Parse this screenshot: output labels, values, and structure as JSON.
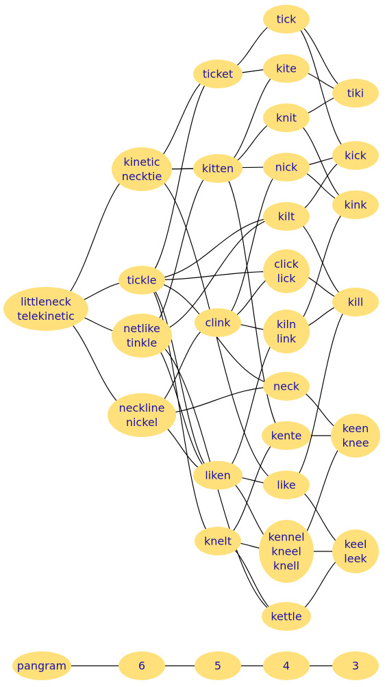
{
  "colors": {
    "node_fill": "#ffe07a",
    "node_text": "#1a10a8",
    "edge": "#000000",
    "background": "#ffffff"
  },
  "nodes": [
    {
      "id": "littleneck",
      "lines": [
        "littleneck",
        "telekinetic"
      ]
    },
    {
      "id": "kinetic",
      "lines": [
        "kinetic",
        "necktie"
      ]
    },
    {
      "id": "tickle",
      "lines": [
        "tickle"
      ]
    },
    {
      "id": "netlike",
      "lines": [
        "netlike",
        "tinkle"
      ]
    },
    {
      "id": "neckline",
      "lines": [
        "neckline",
        "nickel"
      ]
    },
    {
      "id": "ticket",
      "lines": [
        "ticket"
      ]
    },
    {
      "id": "kitten",
      "lines": [
        "kitten"
      ]
    },
    {
      "id": "clink",
      "lines": [
        "clink"
      ]
    },
    {
      "id": "liken",
      "lines": [
        "liken"
      ]
    },
    {
      "id": "knelt",
      "lines": [
        "knelt"
      ]
    },
    {
      "id": "tick",
      "lines": [
        "tick"
      ]
    },
    {
      "id": "kite",
      "lines": [
        "kite"
      ]
    },
    {
      "id": "knit",
      "lines": [
        "knit"
      ]
    },
    {
      "id": "nick",
      "lines": [
        "nick"
      ]
    },
    {
      "id": "kilt",
      "lines": [
        "kilt"
      ]
    },
    {
      "id": "clicklick",
      "lines": [
        "click",
        "lick"
      ]
    },
    {
      "id": "kilnlink",
      "lines": [
        "kiln",
        "link"
      ]
    },
    {
      "id": "neck",
      "lines": [
        "neck"
      ]
    },
    {
      "id": "kente",
      "lines": [
        "kente"
      ]
    },
    {
      "id": "like",
      "lines": [
        "like"
      ]
    },
    {
      "id": "kennel",
      "lines": [
        "kennel",
        "kneel",
        "knell"
      ]
    },
    {
      "id": "kettle",
      "lines": [
        "kettle"
      ]
    },
    {
      "id": "tiki",
      "lines": [
        "tiki"
      ]
    },
    {
      "id": "kick",
      "lines": [
        "kick"
      ]
    },
    {
      "id": "kink",
      "lines": [
        "kink"
      ]
    },
    {
      "id": "kill",
      "lines": [
        "kill"
      ]
    },
    {
      "id": "keenknee",
      "lines": [
        "keen",
        "knee"
      ]
    },
    {
      "id": "keelleek",
      "lines": [
        "keel",
        "leek"
      ]
    },
    {
      "id": "pangram",
      "lines": [
        "pangram"
      ]
    },
    {
      "id": "l6",
      "lines": [
        "6"
      ]
    },
    {
      "id": "l5",
      "lines": [
        "5"
      ]
    },
    {
      "id": "l4",
      "lines": [
        "4"
      ]
    },
    {
      "id": "l3",
      "lines": [
        "3"
      ]
    }
  ],
  "edges": [
    [
      "littleneck",
      "kinetic"
    ],
    [
      "littleneck",
      "tickle"
    ],
    [
      "littleneck",
      "netlike"
    ],
    [
      "littleneck",
      "neckline"
    ],
    [
      "kinetic",
      "ticket"
    ],
    [
      "kinetic",
      "kitten"
    ],
    [
      "kinetic",
      "nick"
    ],
    [
      "kinetic",
      "like"
    ],
    [
      "tickle",
      "ticket"
    ],
    [
      "tickle",
      "kilt"
    ],
    [
      "tickle",
      "clicklick"
    ],
    [
      "tickle",
      "neck"
    ],
    [
      "tickle",
      "liken"
    ],
    [
      "tickle",
      "knelt"
    ],
    [
      "netlike",
      "kilt"
    ],
    [
      "netlike",
      "kitten"
    ],
    [
      "netlike",
      "liken"
    ],
    [
      "netlike",
      "kettle"
    ],
    [
      "neckline",
      "clink"
    ],
    [
      "neckline",
      "neck"
    ],
    [
      "neckline",
      "liken"
    ],
    [
      "ticket",
      "tick"
    ],
    [
      "ticket",
      "kite"
    ],
    [
      "kitten",
      "kite"
    ],
    [
      "kitten",
      "knit"
    ],
    [
      "kitten",
      "kente"
    ],
    [
      "clink",
      "nick"
    ],
    [
      "clink",
      "clicklick"
    ],
    [
      "clink",
      "kilnlink"
    ],
    [
      "liken",
      "kilnlink"
    ],
    [
      "liken",
      "like"
    ],
    [
      "liken",
      "kennel"
    ],
    [
      "knelt",
      "kente"
    ],
    [
      "knelt",
      "kennel"
    ],
    [
      "knelt",
      "kettle"
    ],
    [
      "tick",
      "tiki"
    ],
    [
      "tick",
      "kick"
    ],
    [
      "kite",
      "tiki"
    ],
    [
      "knit",
      "tiki"
    ],
    [
      "knit",
      "kink"
    ],
    [
      "nick",
      "kick"
    ],
    [
      "nick",
      "kink"
    ],
    [
      "kilt",
      "kick"
    ],
    [
      "kilt",
      "kill"
    ],
    [
      "clicklick",
      "kill"
    ],
    [
      "kilnlink",
      "kill"
    ],
    [
      "kilnlink",
      "kink"
    ],
    [
      "neck",
      "keenknee"
    ],
    [
      "kente",
      "keenknee"
    ],
    [
      "like",
      "kill"
    ],
    [
      "like",
      "keelleek"
    ],
    [
      "kennel",
      "keenknee"
    ],
    [
      "kennel",
      "keelleek"
    ],
    [
      "kettle",
      "keelleek"
    ],
    [
      "pangram",
      "l6"
    ],
    [
      "l6",
      "l5"
    ],
    [
      "l5",
      "l4"
    ],
    [
      "l4",
      "l3"
    ]
  ]
}
